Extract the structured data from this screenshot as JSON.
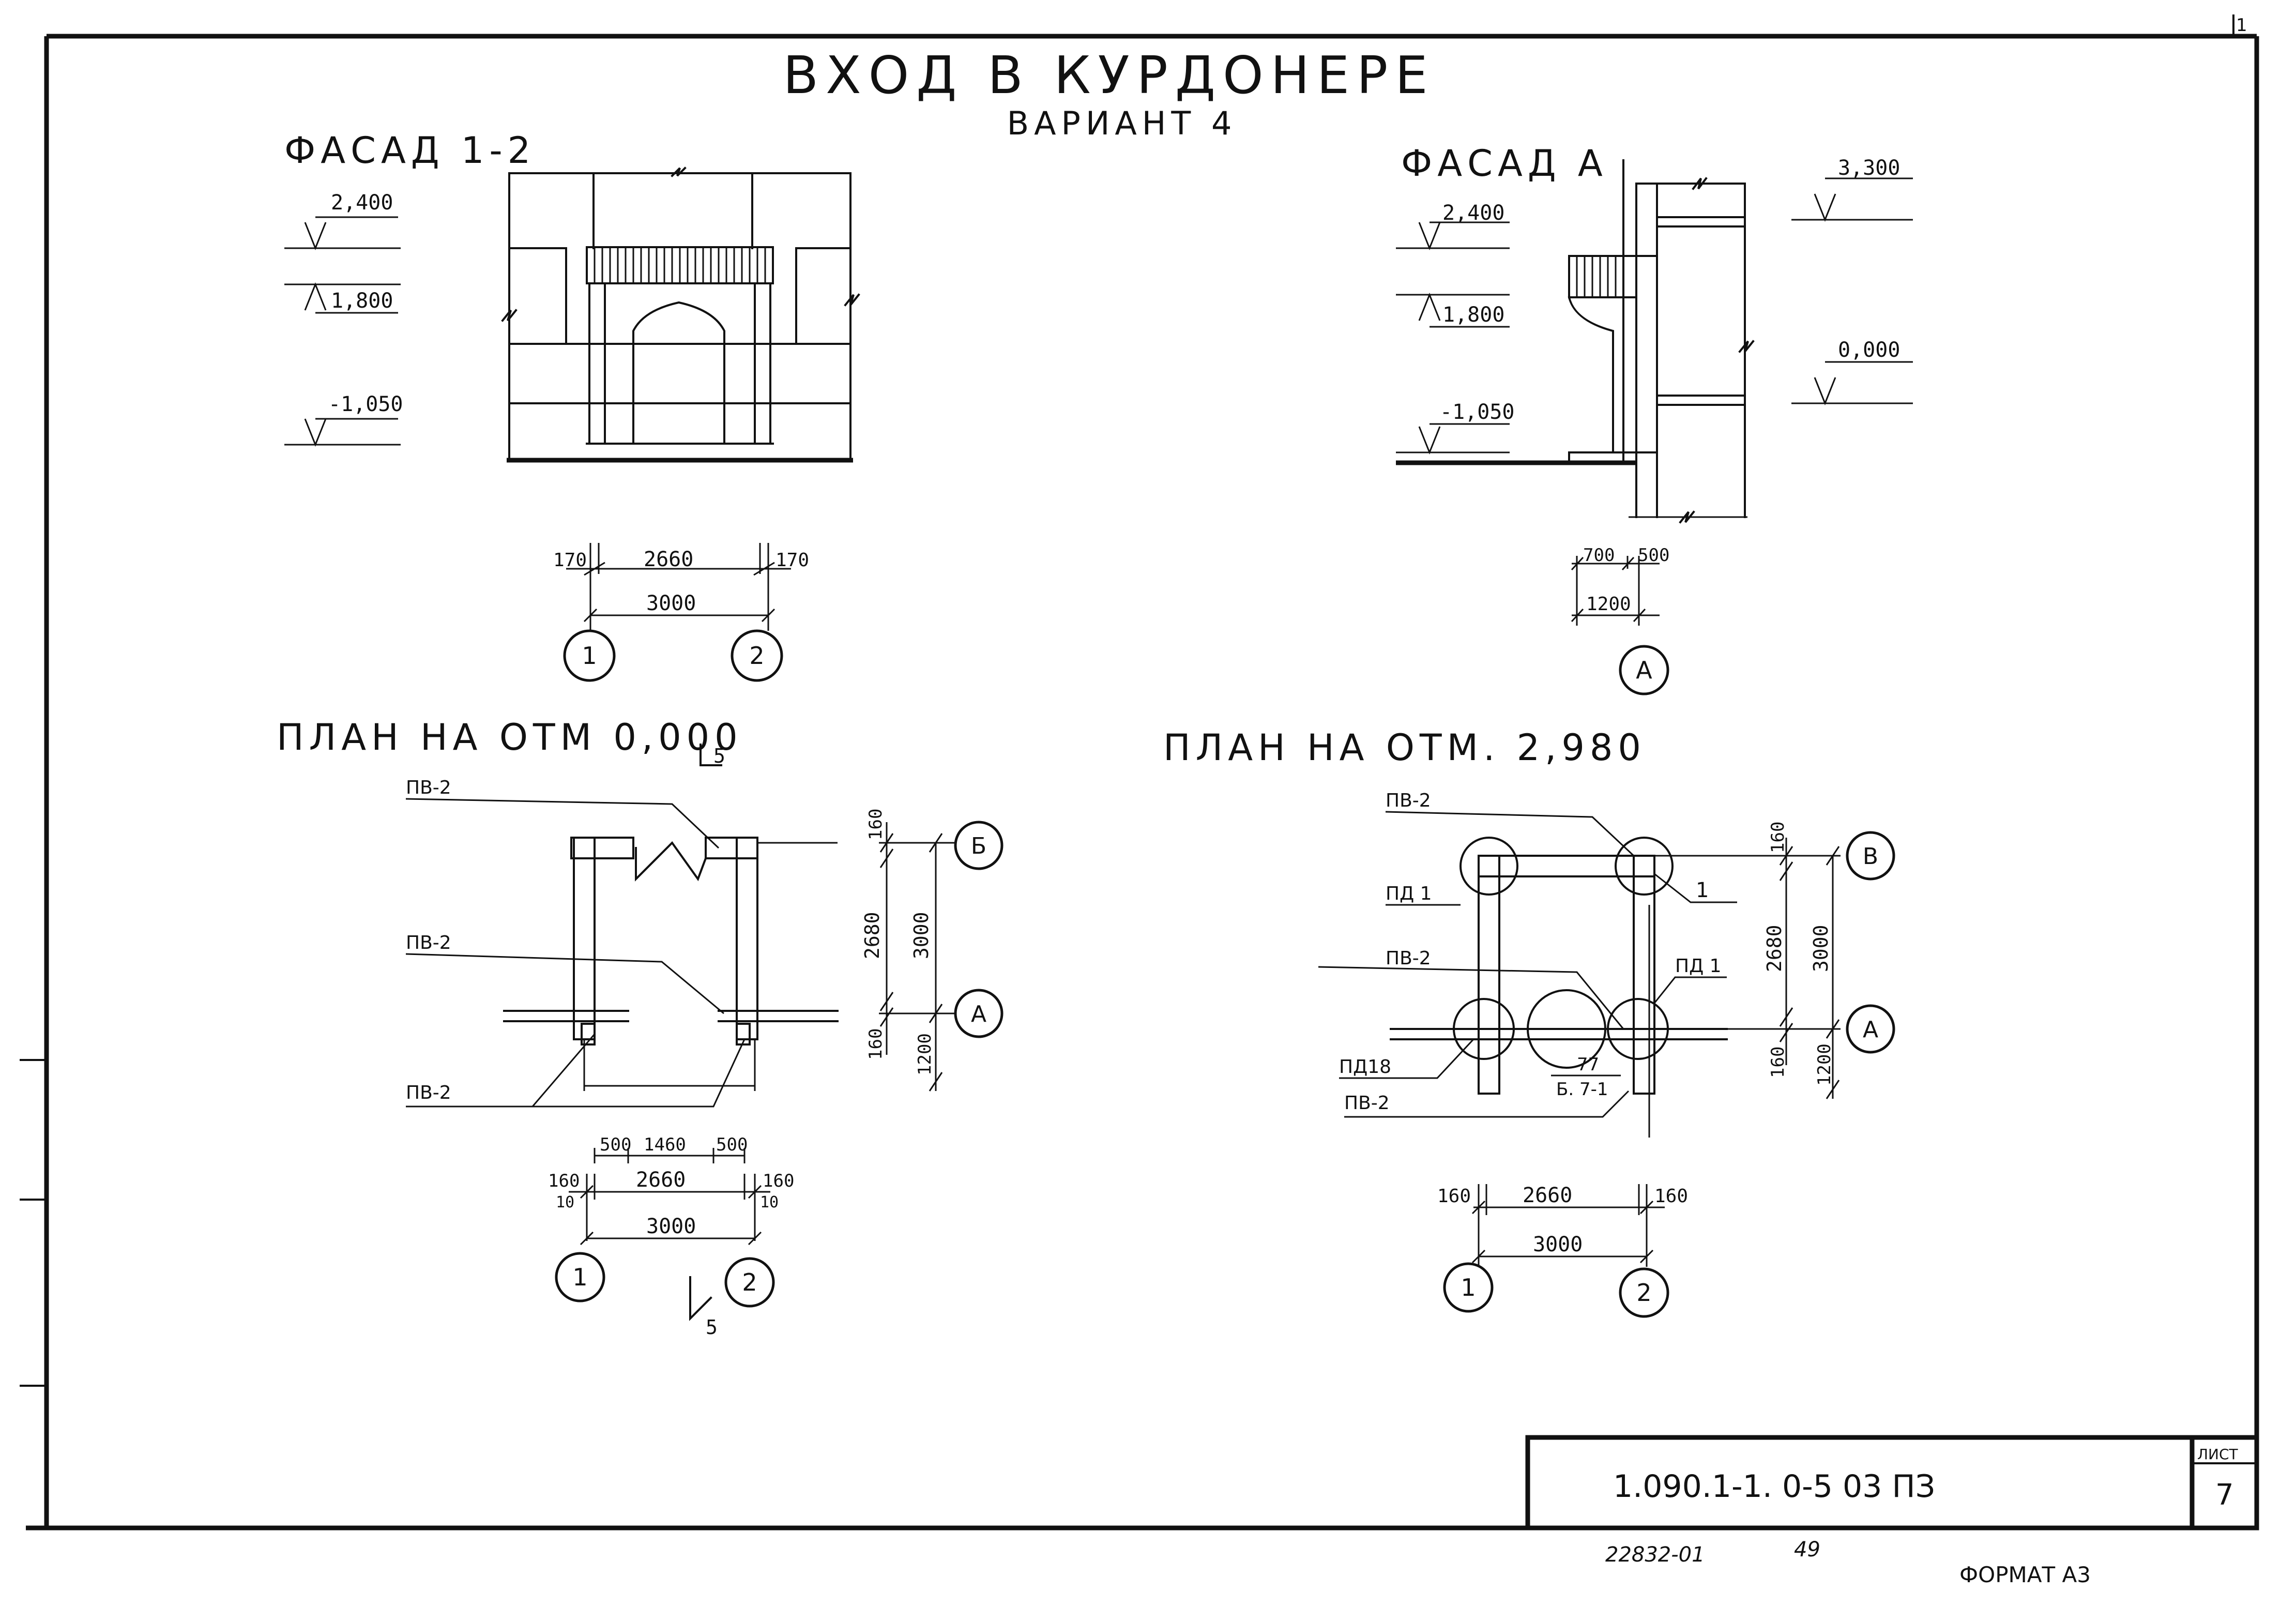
{
  "title": "ВХОД В КУРДОНЕРЕ",
  "subtitle": "ВАРИАНТ 4",
  "facade12": {
    "title": "ФАСАД 1-2",
    "levels": [
      "2,400",
      "1,800",
      "-1,050"
    ],
    "dims": {
      "left": "170",
      "mid": "2660",
      "right": "170",
      "total": "3000"
    },
    "axes": [
      "1",
      "2"
    ]
  },
  "facadeA": {
    "title": "ФАСАД А",
    "levels_left": [
      "2,400",
      "1,800",
      "-1,050"
    ],
    "levels_right": [
      "3,300",
      "0,000"
    ],
    "dims": {
      "a": "700",
      "b": "500",
      "total": "1200"
    },
    "axis": "А"
  },
  "plan0": {
    "title": "ПЛАН НА ОТМ 0,000",
    "section_mark": "5",
    "labels": [
      "ПВ-2",
      "ПВ-2",
      "ПВ-2"
    ],
    "vert_dims": [
      "160",
      "2680",
      "3000",
      "160",
      "1200"
    ],
    "axes_right": [
      "Б",
      "А"
    ],
    "dims_top": [
      "500",
      "1460",
      "500"
    ],
    "dims_mid": {
      "left": "160",
      "left_sub": "10",
      "center": "2660",
      "right": "160",
      "right_sub": "10"
    },
    "total": "3000",
    "axes": [
      "1",
      "2"
    ],
    "section_bottom": "5"
  },
  "plan2980": {
    "title": "ПЛАН НА ОТМ. 2,980",
    "labels": {
      "pv2_top": "ПВ-2",
      "pd1_left": "ПД 1",
      "one": "1",
      "pv2_mid": "ПВ-2",
      "pd1_right": "ПД 1",
      "pd18": "ПД18",
      "n77": "77",
      "b71": "Б. 7-1",
      "pv2_bot": "ПВ-2"
    },
    "vert_dims": [
      "160",
      "2680",
      "3000",
      "160",
      "1200"
    ],
    "axes_right": [
      "В",
      "А"
    ],
    "dims": {
      "left": "160",
      "center": "2660",
      "right": "160",
      "total": "3000"
    },
    "axes": [
      "1",
      "2"
    ]
  },
  "stamp": {
    "code": "1.090.1-1. 0-5 03 ПЗ",
    "sheet_label": "ЛИСТ",
    "sheet_no": "7"
  },
  "footer": {
    "archive": "22832-01",
    "num": "49",
    "format": "ФОРМАТ А3"
  },
  "corner": "1"
}
